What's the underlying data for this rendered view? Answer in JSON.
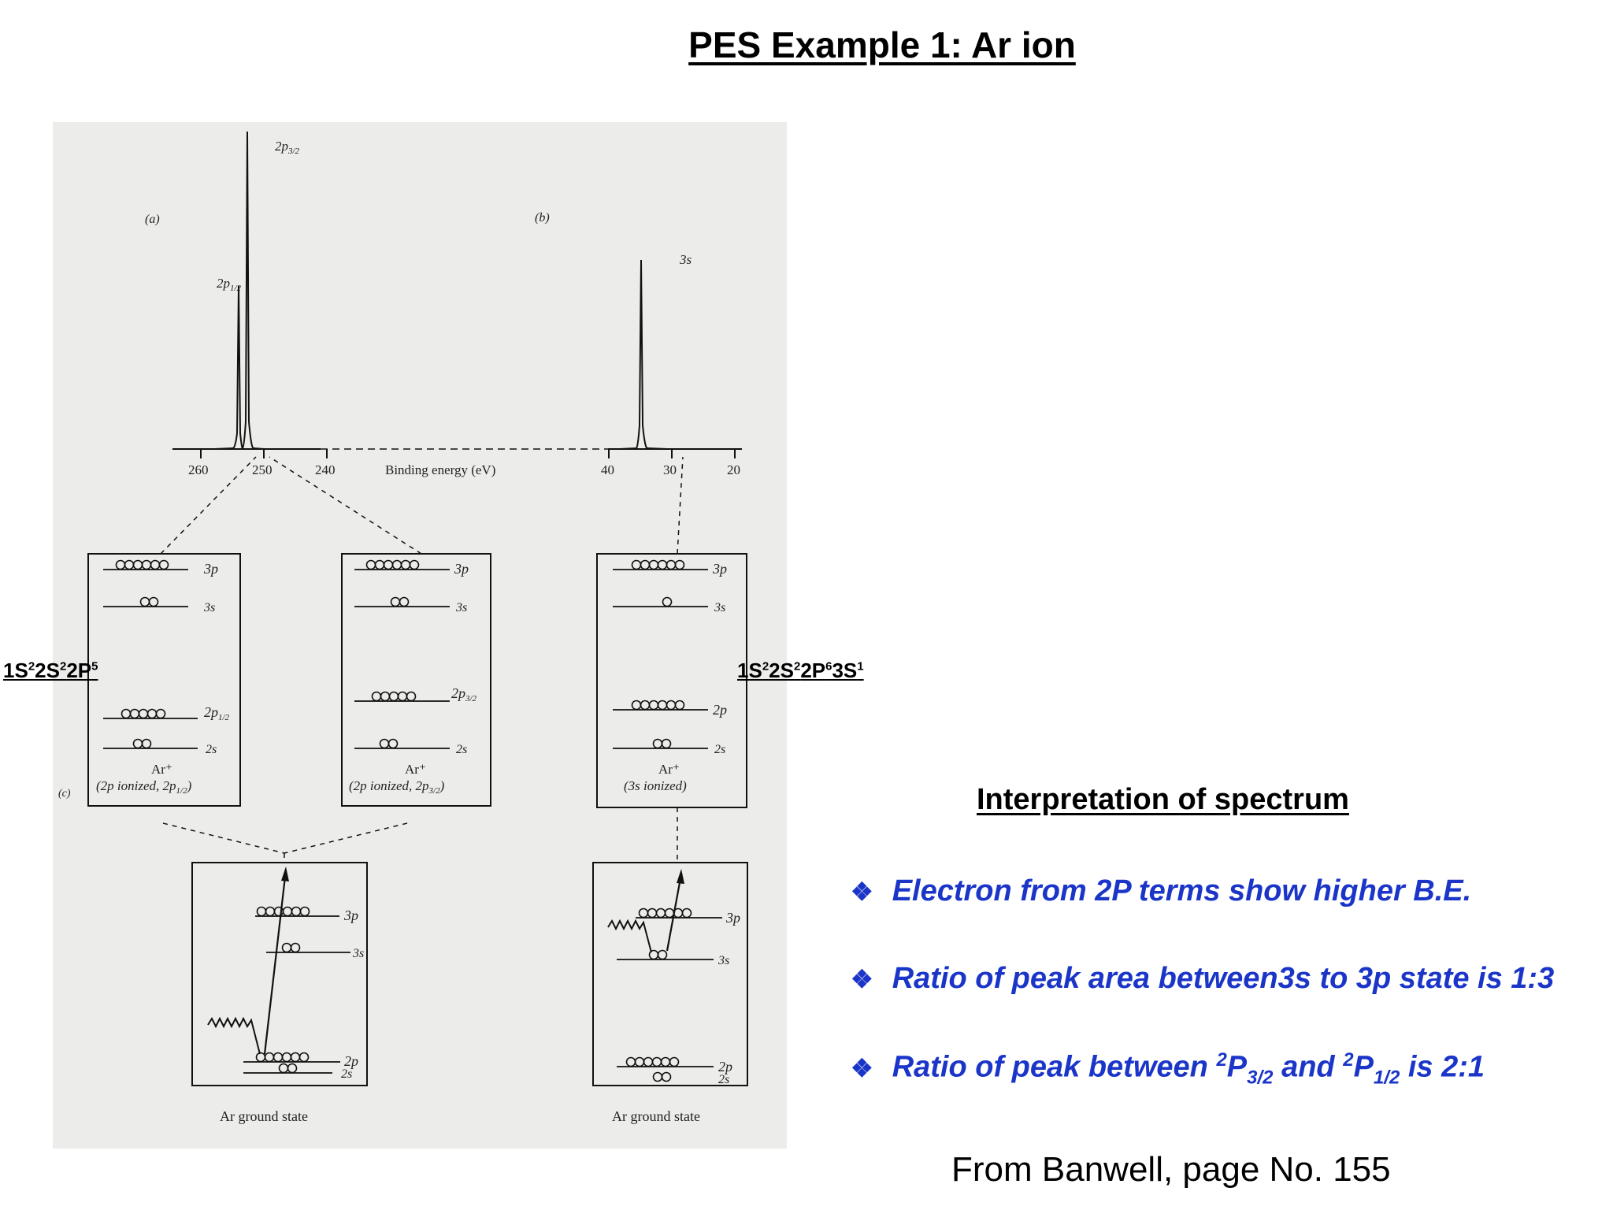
{
  "title": "PES Example 1: Ar ion",
  "config_left": {
    "a": "1S",
    "b": "2",
    "c": "2S",
    "d": "2",
    "e": "2P",
    "f": "5"
  },
  "config_right": {
    "a": "1S",
    "b": "2",
    "c": "2S",
    "d": "2",
    "e": "2P",
    "f": "6",
    "g": "3S",
    "h": "1"
  },
  "figure": {
    "panel_a": "(a)",
    "panel_b": "(b)",
    "panel_c": "(c)",
    "peaks": {
      "p32": "2p",
      "p32_sub": "3/2",
      "p12": "2p",
      "p12_sub": "1/2",
      "s3": "3s"
    },
    "axis_label": "Binding energy (eV)",
    "ticks": [
      "260",
      "250",
      "240",
      "40",
      "30",
      "20"
    ],
    "levels": {
      "p3": "3p",
      "s3": "3s",
      "p2": "2p",
      "s2": "2s",
      "p12": "2p",
      "p12_sub": "1/2",
      "p32": "2p",
      "p32_sub": "3/2"
    },
    "box1": {
      "ion": "Ar⁺",
      "desc": "(2p ionized, 2p",
      "desc_sub": "1/2",
      "desc_end": ")"
    },
    "box2": {
      "ion": "Ar⁺",
      "desc": "(2p ionized, 2p",
      "desc_sub": "3/2",
      "desc_end": ")"
    },
    "box3": {
      "ion": "Ar⁺",
      "desc": "(3s ionized)"
    },
    "ground": "Ar ground state"
  },
  "interpretation": {
    "title": "Interpretation of spectrum",
    "bullet1": "Electron from 2P terms show higher B.E.",
    "bullet2": "Ratio of peak area between3s to 3p state is 1:3",
    "bullet3": {
      "a": "Ratio of peak between ",
      "b": "2",
      "c": "P",
      "d": "3/2",
      "e": " and ",
      "f": "2",
      "g": "P",
      "h": "1/2",
      "i": " is 2:1"
    }
  },
  "source": "From Banwell, page No. 155",
  "colors": {
    "accent": "#1a35c8",
    "figure_bg": "#ececea"
  }
}
